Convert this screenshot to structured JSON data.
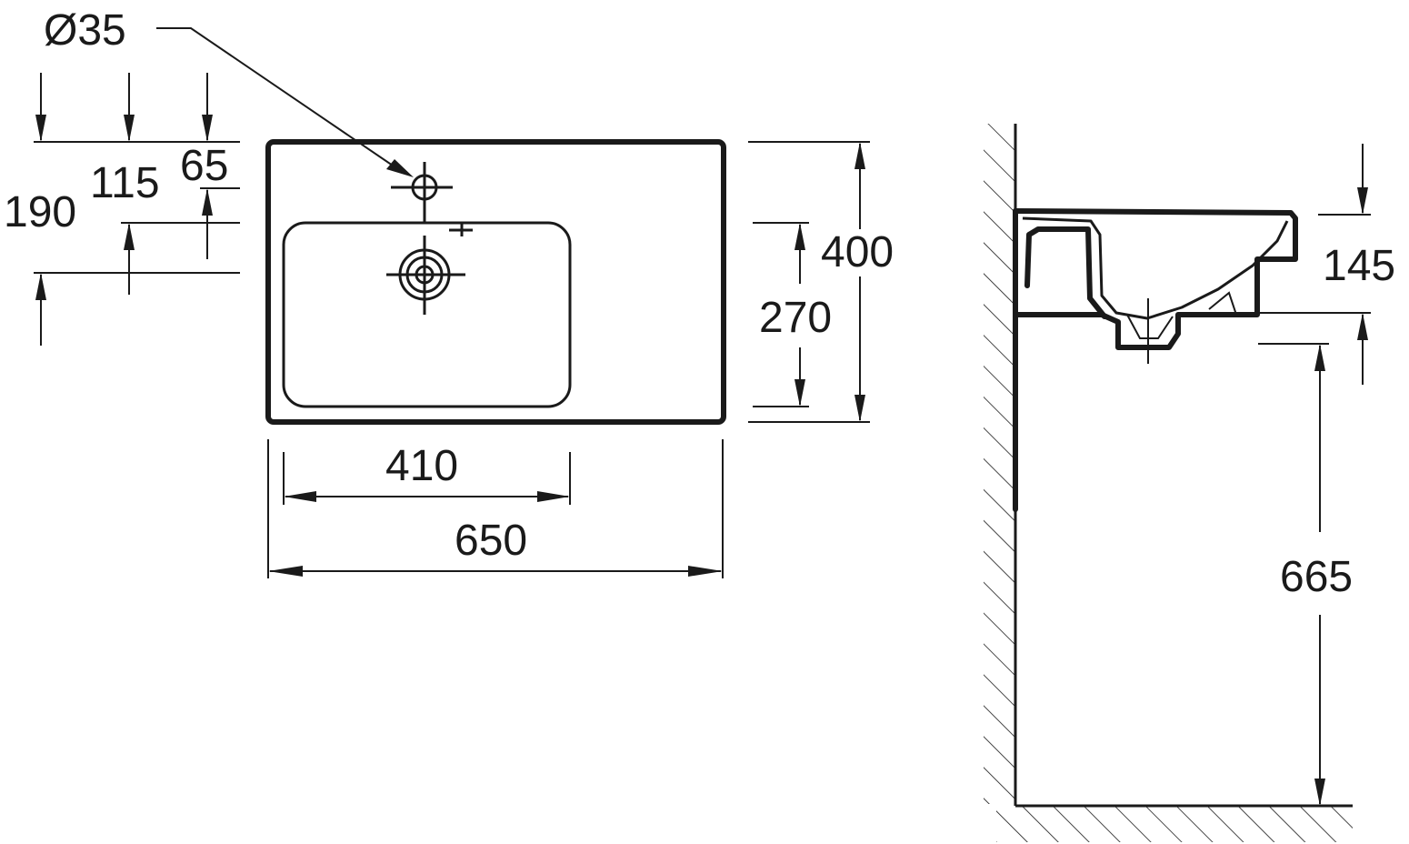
{
  "labels": {
    "hole_diameter": "Ø35",
    "offset_190": "190",
    "offset_115": "115",
    "offset_65": "65",
    "depth_400": "400",
    "bowl_depth_270": "270",
    "bowl_width_410": "410",
    "total_width_650": "650",
    "height_145": "145",
    "mount_height_665": "665"
  },
  "colors": {
    "line": "#1a1a1a",
    "background": "#ffffff"
  }
}
